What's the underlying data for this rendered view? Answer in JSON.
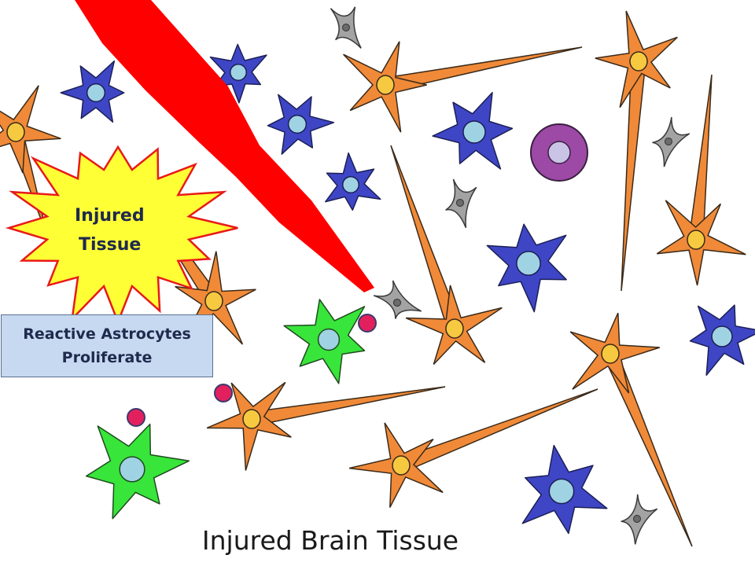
{
  "burst": {
    "line1": "Injured",
    "line2": "Tissue"
  },
  "box": {
    "line1": "Reactive Astrocytes",
    "line2": "Proliferate"
  },
  "caption": "Injured Brain Tissue",
  "colors": {
    "neuron": "#f08a38",
    "neuron_nucleus": "#f7c940",
    "astrocyte_blue": "#3e46c6",
    "astrocyte_green": "#38e53a",
    "nucleus_light": "#9fd3e3",
    "microglia": "#a3a3a3",
    "immune_cell": "#9c4aa6",
    "immune_nucleus": "#c9c4e6",
    "dot": "#e3205e",
    "injury": "#ff0000",
    "burst": "#ffff35",
    "box": "#c6d9f1"
  },
  "icons": [
    "neuron-cell",
    "astrocyte-cell",
    "microglia-cell",
    "immune-cell",
    "injury-pointer",
    "burst-shape"
  ]
}
